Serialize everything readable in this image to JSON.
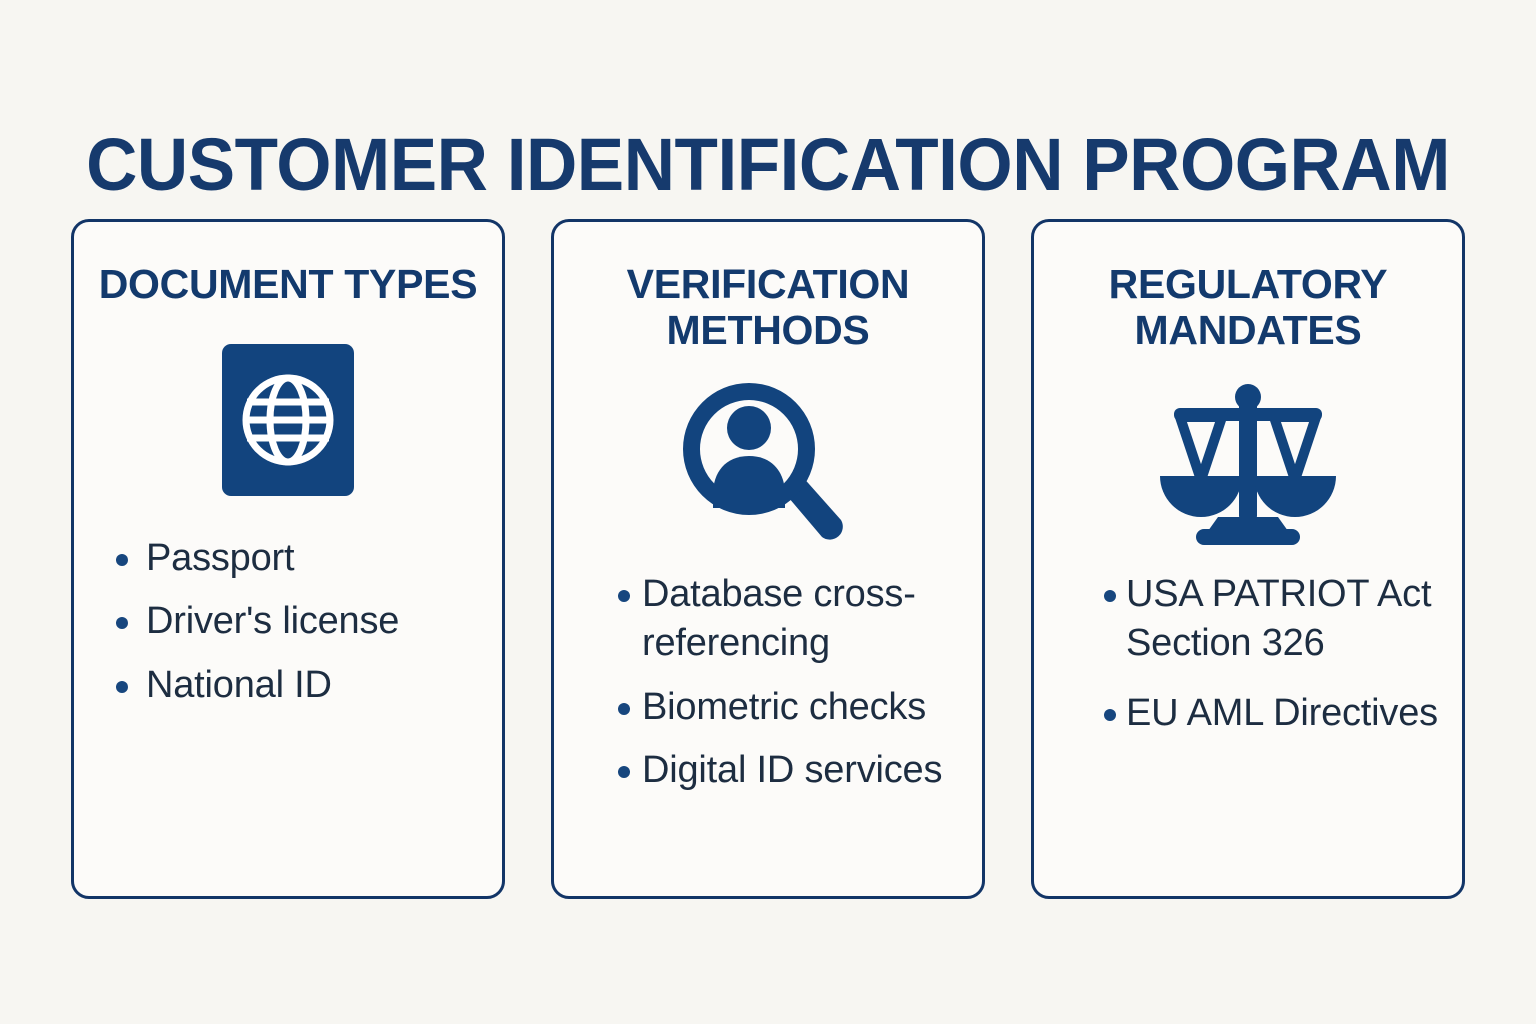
{
  "title": "CUSTOMER IDENTIFICATION PROGRAM",
  "colors": {
    "background": "#f7f6f2",
    "card_background": "#fcfbf9",
    "navy_border": "#123567",
    "title_navy": "#163a6d",
    "icon_navy": "#12447e",
    "list_text": "#1d2d41",
    "bullet": "#17467e"
  },
  "cards": [
    {
      "title": "DOCUMENT TYPES",
      "icon": "passport-globe-icon",
      "items": [
        "Passport",
        "Driver's license",
        "National ID"
      ]
    },
    {
      "title": "VERIFICATION METHODS",
      "icon": "person-magnifier-icon",
      "items": [
        "Database cross-referencing",
        "Biometric checks",
        "Digital ID services"
      ]
    },
    {
      "title": "REGULATORY MANDATES",
      "icon": "balance-scales-icon",
      "items": [
        "USA PATRIOT Act Section 326",
        "EU AML Directives"
      ]
    }
  ]
}
